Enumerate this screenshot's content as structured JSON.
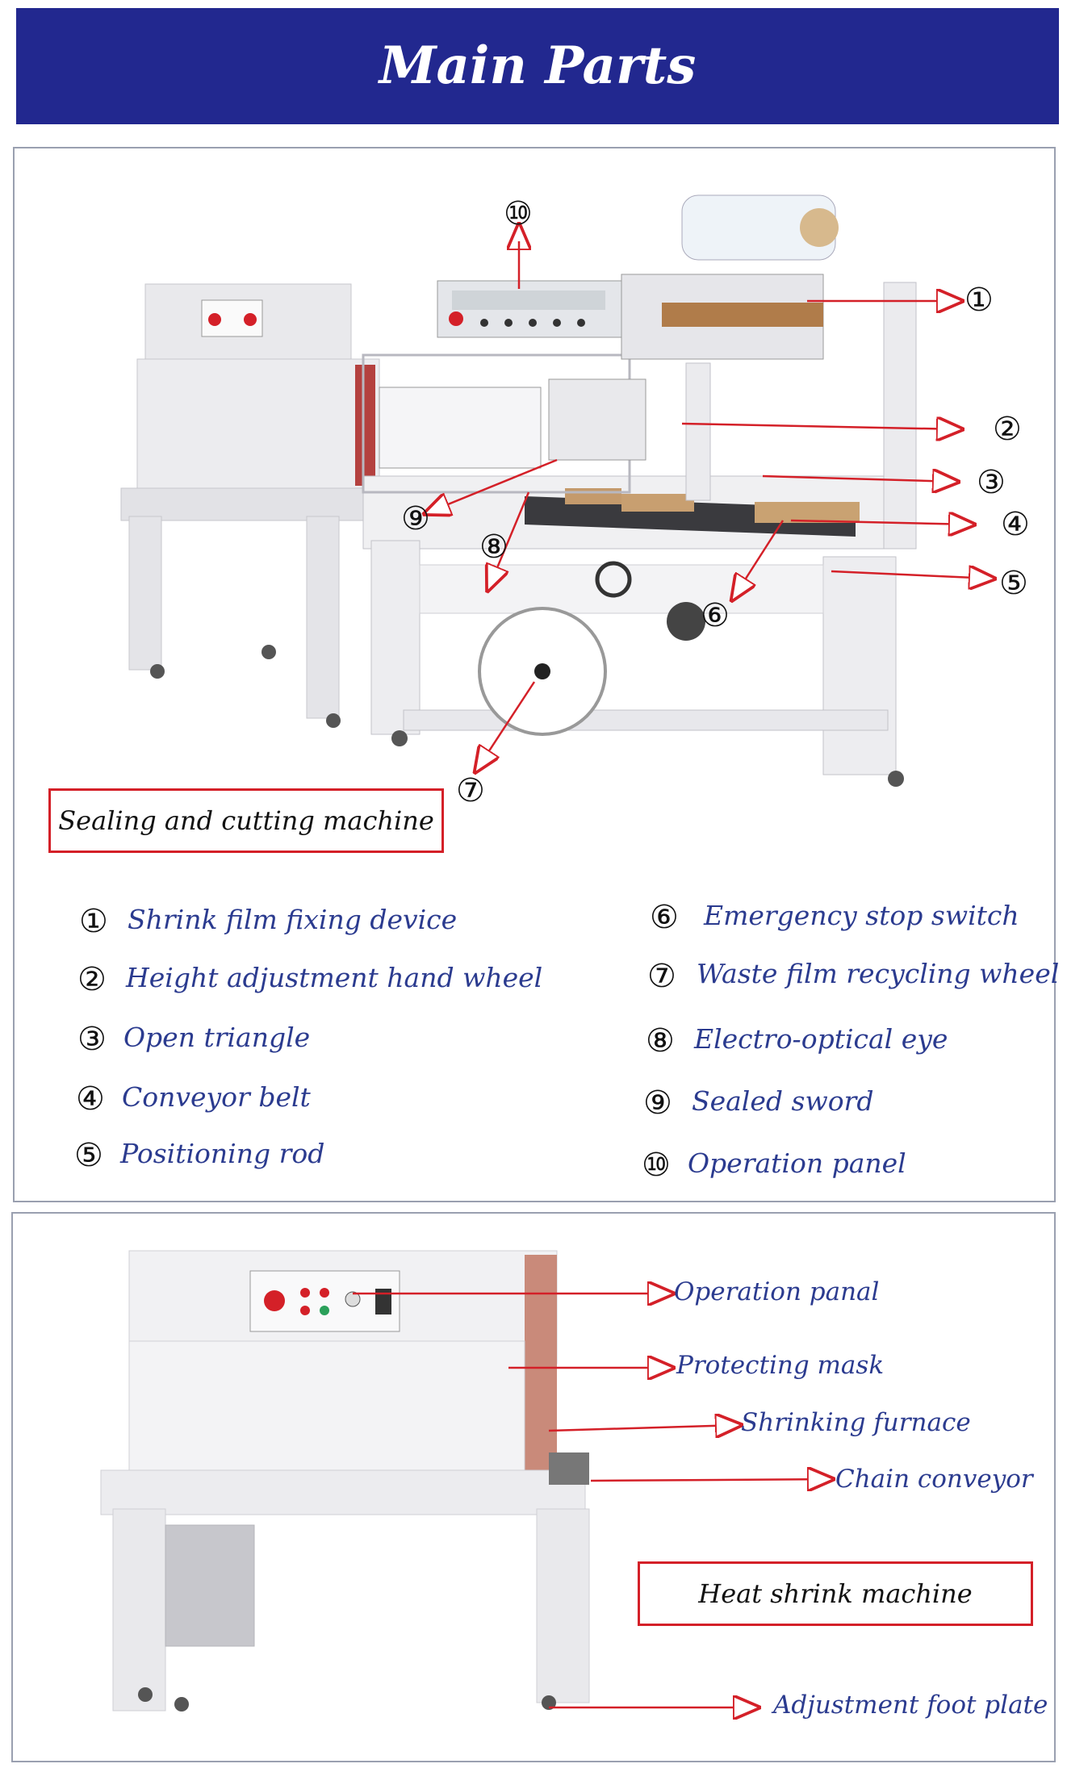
{
  "header": {
    "title": "Main Parts"
  },
  "sealing_machine": {
    "label": "Sealing and cutting machine",
    "callouts": [
      "①",
      "②",
      "③",
      "④",
      "⑤",
      "⑥",
      "⑦",
      "⑧",
      "⑨",
      "⑩"
    ]
  },
  "parts_left": [
    {
      "num": "①",
      "label": "Shrink film fixing device"
    },
    {
      "num": "②",
      "label": "Height adjustment hand wheel"
    },
    {
      "num": "③",
      "label": "Open triangle"
    },
    {
      "num": "④",
      "label": "Conveyor belt"
    },
    {
      "num": "⑤",
      "label": "Positioning rod"
    }
  ],
  "parts_right": [
    {
      "num": "⑥",
      "label": "Emergency stop switch"
    },
    {
      "num": "⑦",
      "label": "Waste film recycling wheel"
    },
    {
      "num": "⑧",
      "label": "Electro-optical eye"
    },
    {
      "num": "⑨",
      "label": "Sealed sword"
    },
    {
      "num": "⑩",
      "label": "Operation panel"
    }
  ],
  "heat_shrink_machine": {
    "label": "Heat shrink machine",
    "parts": [
      "Operation panal",
      "Protecting mask",
      "Shrinking furnace",
      "Chain conveyor",
      "Adjustment foot plate"
    ]
  },
  "colors": {
    "header_bg": "#22288f",
    "label_blue": "#2b3b8f",
    "arrow_red": "#d42028"
  }
}
